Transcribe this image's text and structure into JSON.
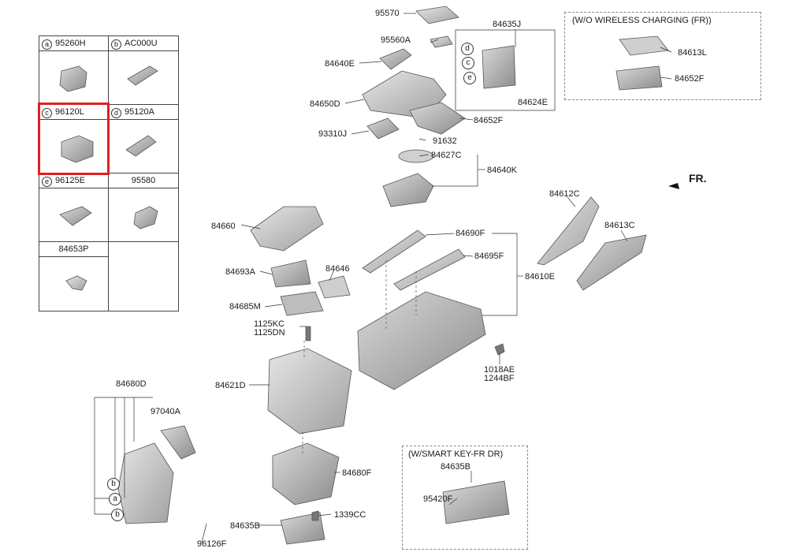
{
  "legend_table": {
    "cells": [
      {
        "marker": "a",
        "code": "95260H"
      },
      {
        "marker": "b",
        "code": "AC000U"
      },
      {
        "marker": "c",
        "code": "96120L"
      },
      {
        "marker": "d",
        "code": "95120A"
      },
      {
        "marker": "e",
        "code": "96125E"
      },
      {
        "marker": "",
        "code": "95580"
      },
      {
        "marker": "",
        "code": "84653P"
      }
    ]
  },
  "notes": {
    "wo_wireless": "(W/O WIRELESS CHARGING (FR))",
    "w_smartkey": "(W/SMART KEY-FR DR)",
    "front": "FR."
  },
  "parts": {
    "p95570": "95570",
    "p95560A": "95560A",
    "p84640E": "84640E",
    "p84650D": "84650D",
    "p93310J": "93310J",
    "p91632": "91632",
    "p84627C": "84627C",
    "p84640K": "84640K",
    "p84652F_top": "84652F",
    "p84635J": "84635J",
    "p84624E": "84624E",
    "p84613L": "84613L",
    "p84652F_box": "84652F",
    "p84612C": "84612C",
    "p84613C": "84613C",
    "p84660": "84660",
    "p84690F": "84690F",
    "p84695F": "84695F",
    "p84610E": "84610E",
    "p84693A": "84693A",
    "p84646": "84646",
    "p84685M": "84685M",
    "p1125KC": "1125KC",
    "p1125DN": "1125DN",
    "p1018AE": "1018AE",
    "p1244BF": "1244BF",
    "p84621D": "84621D",
    "p84680D": "84680D",
    "p97040A": "97040A",
    "p84680F": "84680F",
    "p84635B_main": "84635B",
    "p1339CC": "1339CC",
    "p96126F": "96126F",
    "p84635B_box": "84635B",
    "p95420F": "95420F"
  },
  "markers": {
    "box_d": "d",
    "box_c": "c",
    "box_e": "e",
    "left_b1": "b",
    "left_a": "a",
    "left_b2": "b"
  }
}
